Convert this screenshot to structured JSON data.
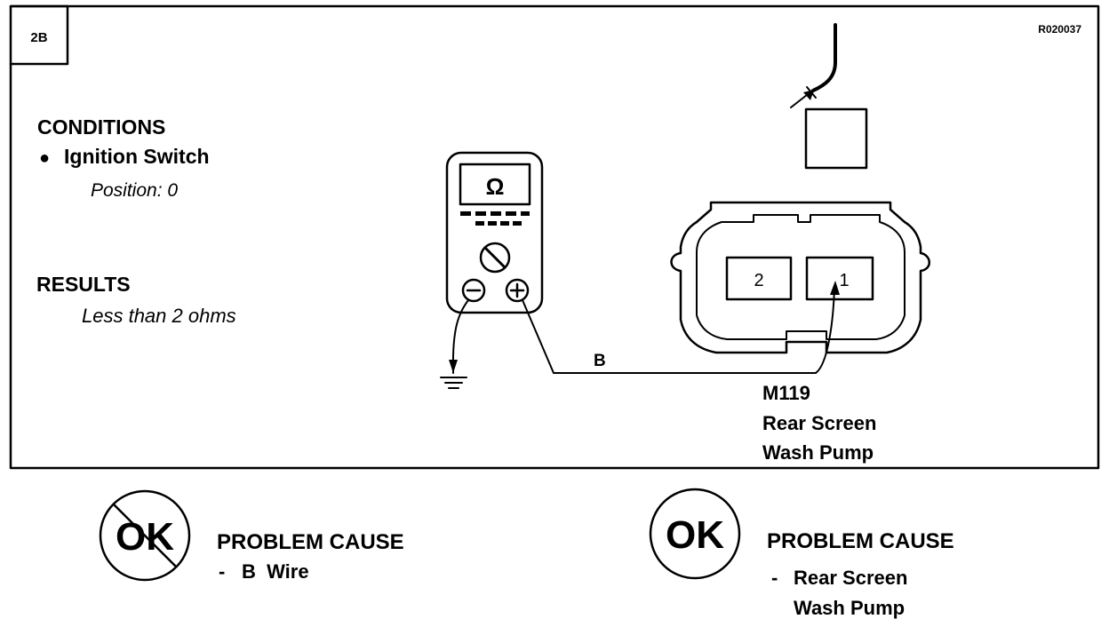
{
  "step": {
    "label": "2B",
    "ref": "R020037"
  },
  "conditions": {
    "heading": "CONDITIONS",
    "bullet": "●",
    "item": "Ignition Switch",
    "value": "Position: 0"
  },
  "results": {
    "heading": "RESULTS",
    "value": "Less than 2 ohms"
  },
  "meter": {
    "display": "Ω",
    "neg_symbol": "−",
    "pos_symbol": "+"
  },
  "wire_label": "B",
  "connector": {
    "pin2": "2",
    "pin1": "1",
    "code": "M119",
    "name_line1": "Rear Screen",
    "name_line2": "Wash Pump"
  },
  "outcome_not_ok": {
    "symbol": "OK",
    "heading": "PROBLEM CAUSE",
    "dash": "-",
    "cause_line1": "B  Wire"
  },
  "outcome_ok": {
    "symbol": "OK",
    "heading": "PROBLEM CAUSE",
    "dash": "-",
    "cause_line1": "Rear Screen",
    "cause_line2": "Wash Pump"
  }
}
